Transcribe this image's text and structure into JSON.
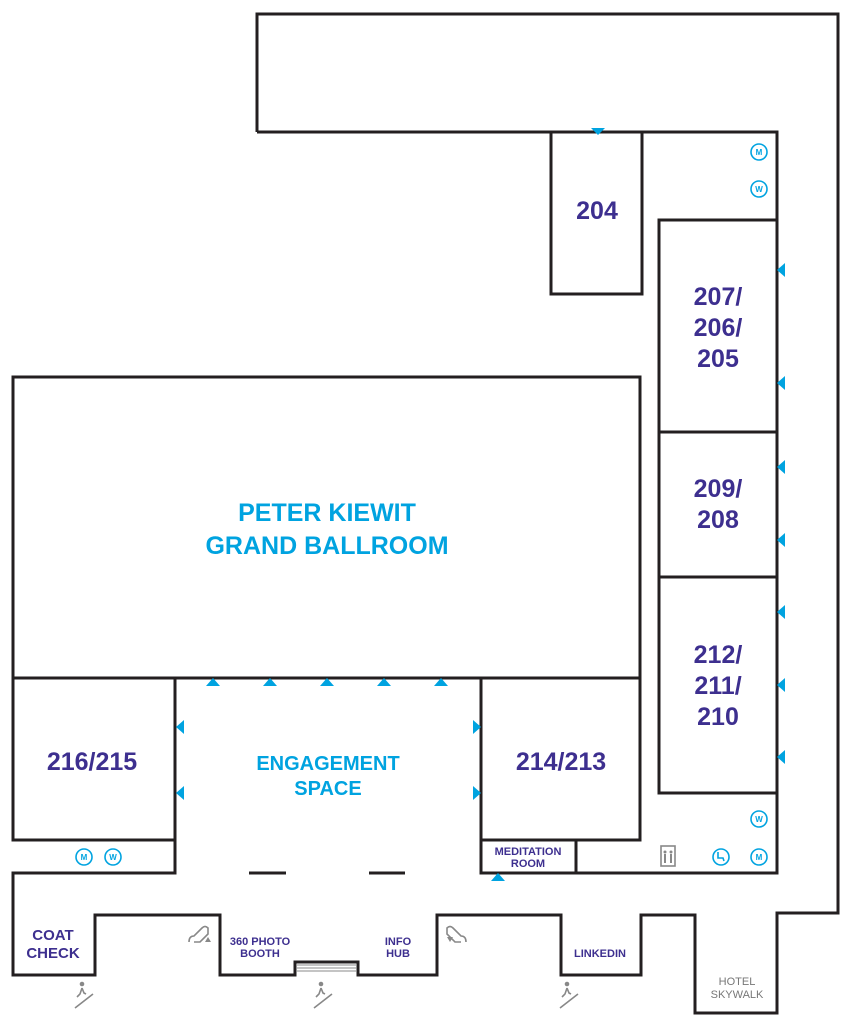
{
  "colors": {
    "wall": "#231f20",
    "room_label": "#3d2f8f",
    "accent": "#00a3e0",
    "muted": "#777777"
  },
  "rooms": {
    "r204": "204",
    "r207": [
      "207/",
      "206/",
      "205"
    ],
    "r209": [
      "209/",
      "208"
    ],
    "r212": [
      "212/",
      "211/",
      "210"
    ],
    "ballroom": [
      "PETER KIEWIT",
      "GRAND BALLROOM"
    ],
    "r216": "216/215",
    "engagement": [
      "ENGAGEMENT",
      "SPACE"
    ],
    "r214": "214/213",
    "meditation": [
      "MEDITATION",
      "ROOM"
    ],
    "coat_check": [
      "COAT",
      "CHECK"
    ],
    "photo_booth": [
      "360 PHOTO",
      "BOOTH"
    ],
    "info_hub": [
      "INFO",
      "HUB"
    ],
    "linkedin": "LINKEDIN",
    "hotel_skywalk": [
      "HOTEL",
      "SKYWALK"
    ]
  },
  "icons": {
    "men": "M",
    "women": "W"
  }
}
